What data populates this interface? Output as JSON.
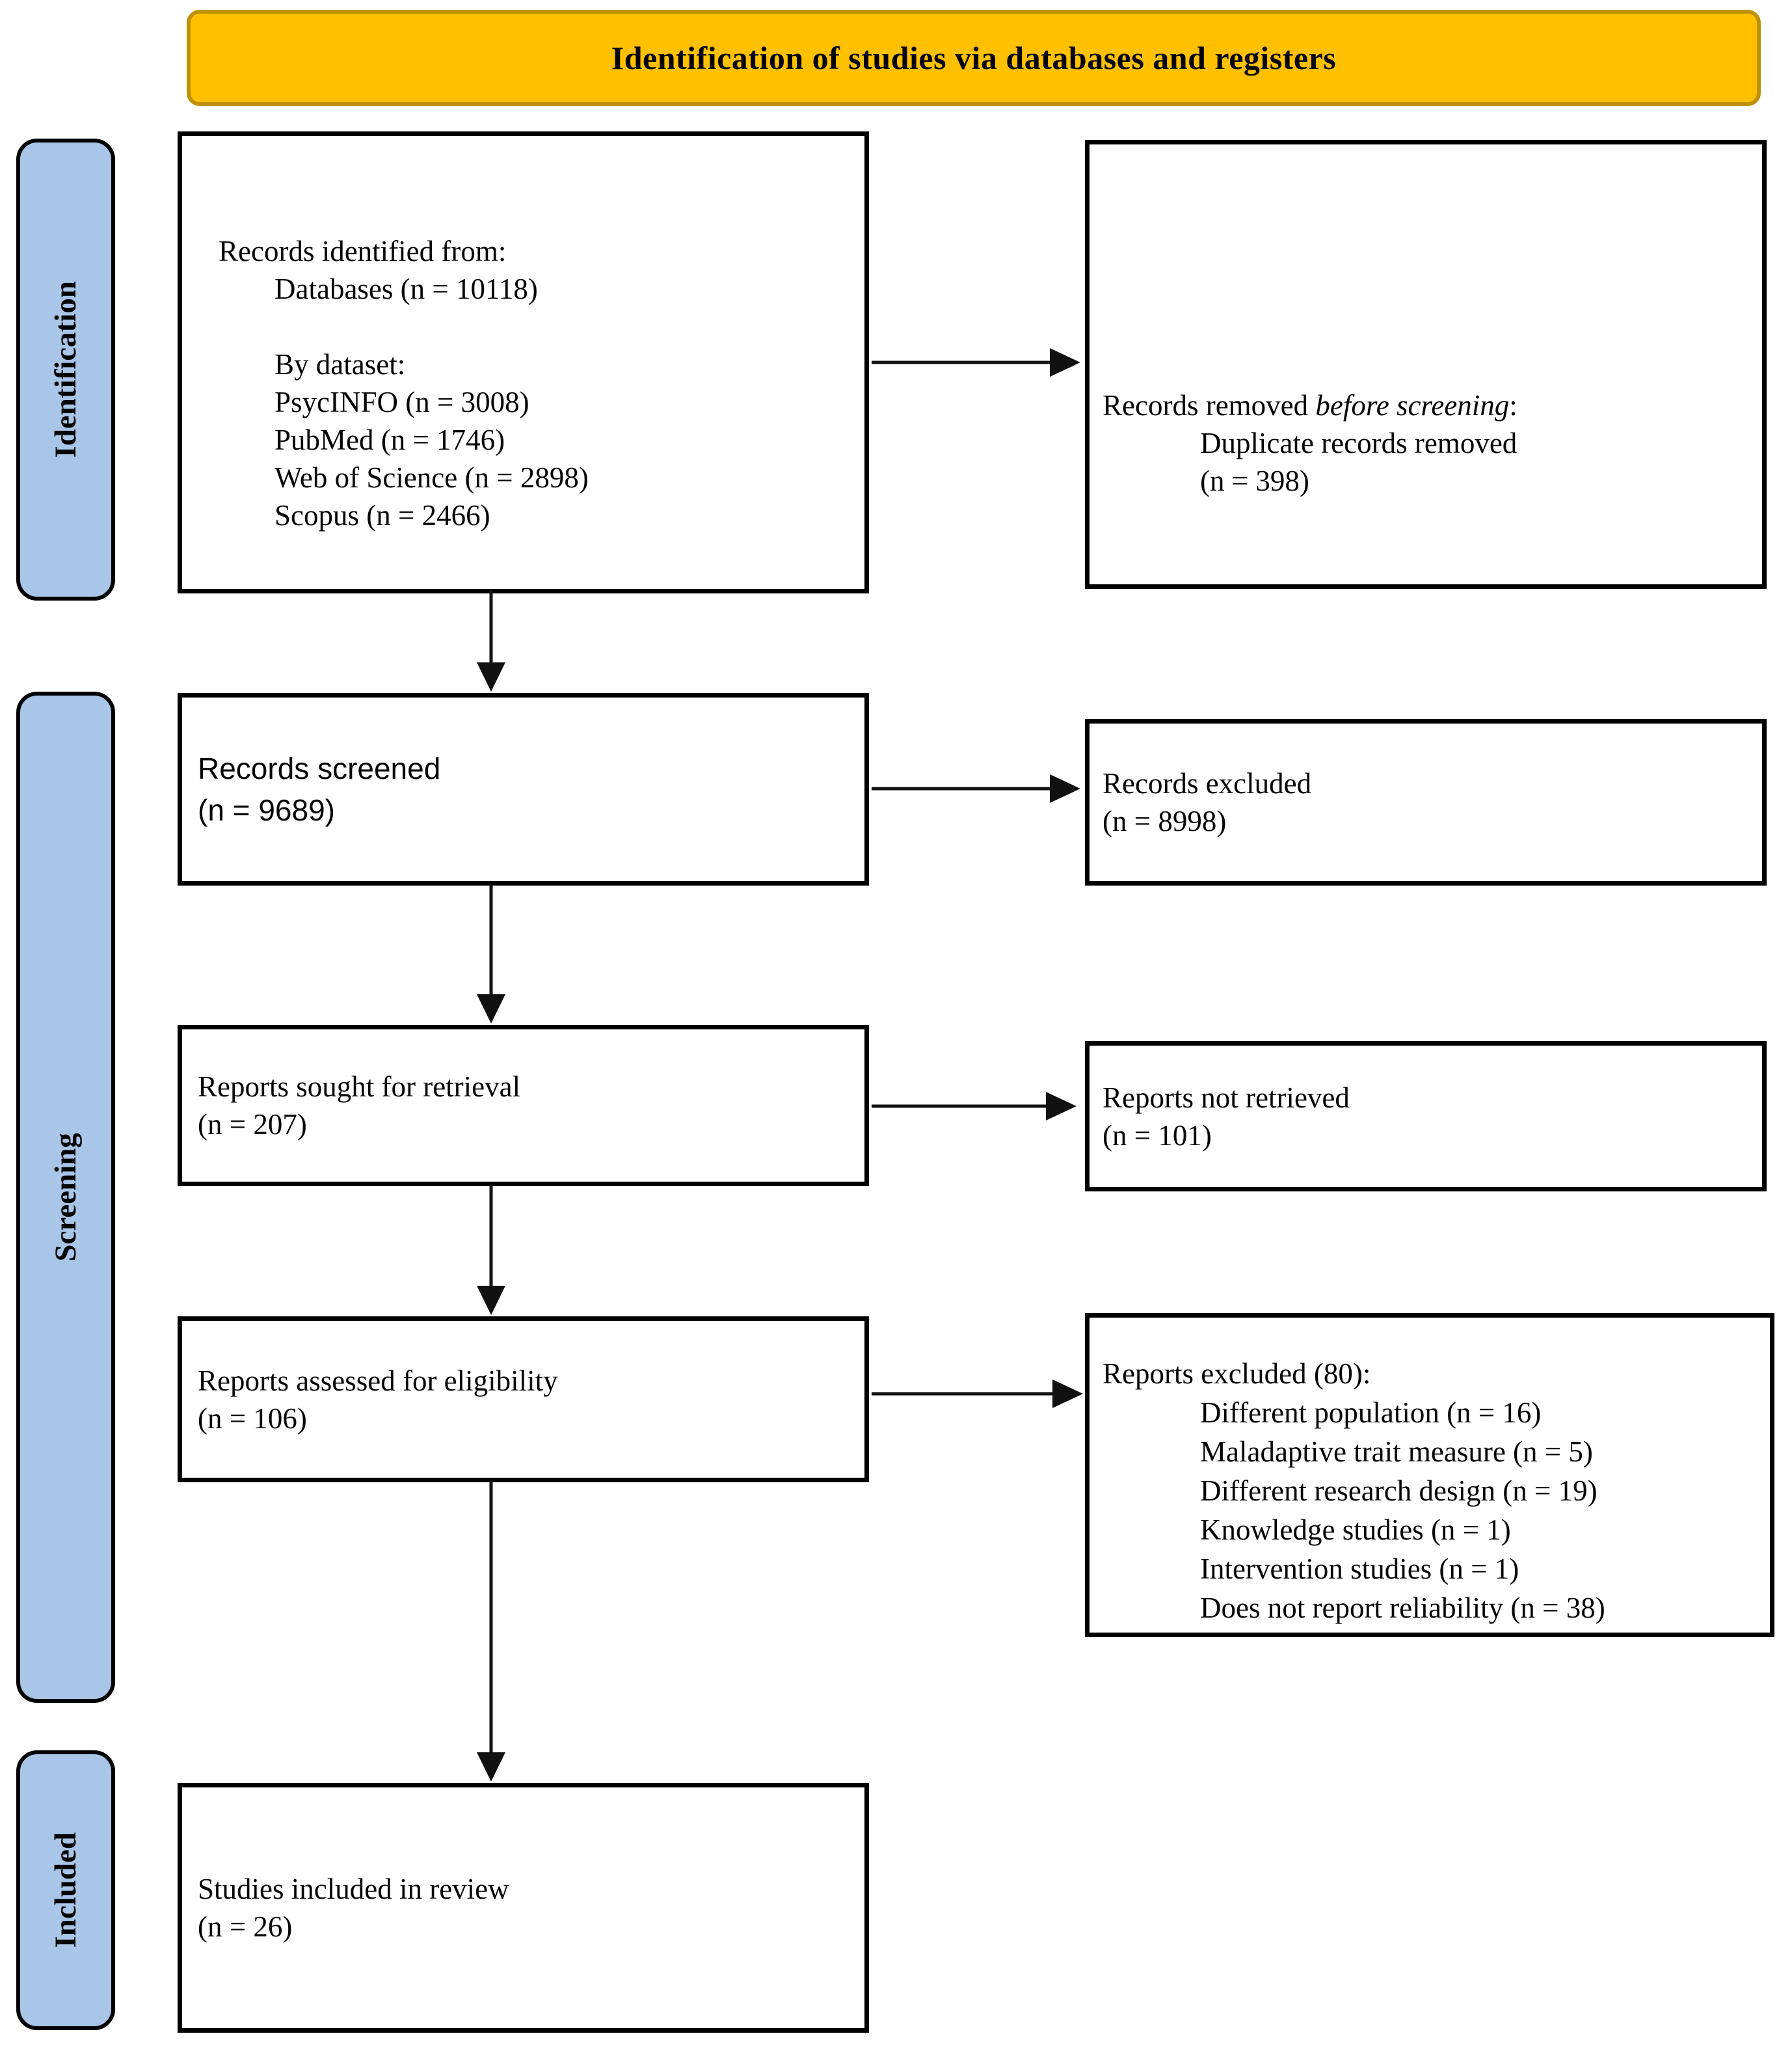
{
  "colors": {
    "banner_fill": "#FFC000",
    "banner_border": "#BF9000",
    "stage_fill": "#A9C6E8",
    "box_border": "#000000"
  },
  "banner": {
    "title": "Identification of studies via databases and registers"
  },
  "stages": {
    "identification": "Identification",
    "screening": "Screening",
    "included": "Included"
  },
  "boxes": {
    "records_identified": {
      "title": "Records identified from:",
      "databases_total": "Databases (n = 10118)",
      "by_dataset_label": "By dataset:",
      "datasets": [
        "PsycINFO (n = 3008)",
        "PubMed (n = 1746)",
        "Web of Science (n = 2898)",
        "Scopus (n = 2466)"
      ]
    },
    "records_removed": {
      "title_prefix": "Records removed ",
      "title_italic": "before screening",
      "title_suffix": ":",
      "reason": "Duplicate records removed",
      "count": "(n = 398)"
    },
    "records_screened": {
      "label": "Records screened",
      "count": "(n = 9689)"
    },
    "records_excluded": {
      "label": "Records excluded",
      "count": "(n = 8998)"
    },
    "reports_sought": {
      "label": "Reports sought for retrieval",
      "count": "(n = 207)"
    },
    "reports_not_retrieved": {
      "label": "Reports not retrieved",
      "count": "(n = 101)"
    },
    "reports_assessed": {
      "label": "Reports assessed for eligibility",
      "count": "(n = 106)"
    },
    "reports_excluded": {
      "title": "Reports excluded (80):",
      "reasons": [
        "Different population (n = 16)",
        "Maladaptive trait measure (n = 5)",
        "Different research design (n = 19)",
        "Knowledge studies (n = 1)",
        "Intervention studies (n = 1)",
        "Does not report reliability (n = 38)"
      ]
    },
    "studies_included": {
      "label": "Studies included in review",
      "count": "(n = 26)"
    }
  }
}
